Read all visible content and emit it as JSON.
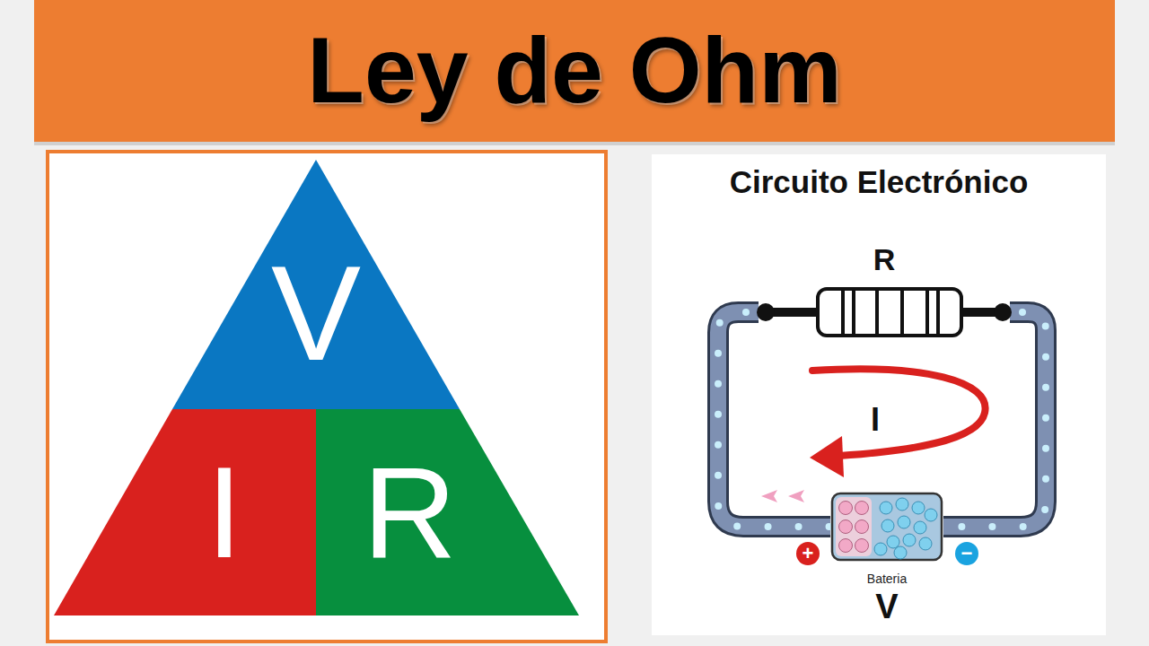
{
  "diagram": {
    "title": "Ley de Ohm",
    "nodes": [
      {
        "text": [
          "V"
        ]
      },
      {
        "text": [
          "I"
        ]
      },
      {
        "text": [
          "R"
        ]
      },
      {
        "text": [
          "Circuito Electrónico"
        ]
      },
      {
        "text": [
          "R"
        ],
        "in": 3
      },
      {
        "text": [
          "Bateria",
          "V"
        ],
        "in": 3
      }
    ],
    "edges": [
      {
        "from": 4,
        "to": 5,
        "arrow": "none"
      },
      {
        "from": 4,
        "to": 5,
        "arrow": "none"
      }
    ],
    "labels": [
      "I",
      "+",
      "−"
    ]
  }
}
